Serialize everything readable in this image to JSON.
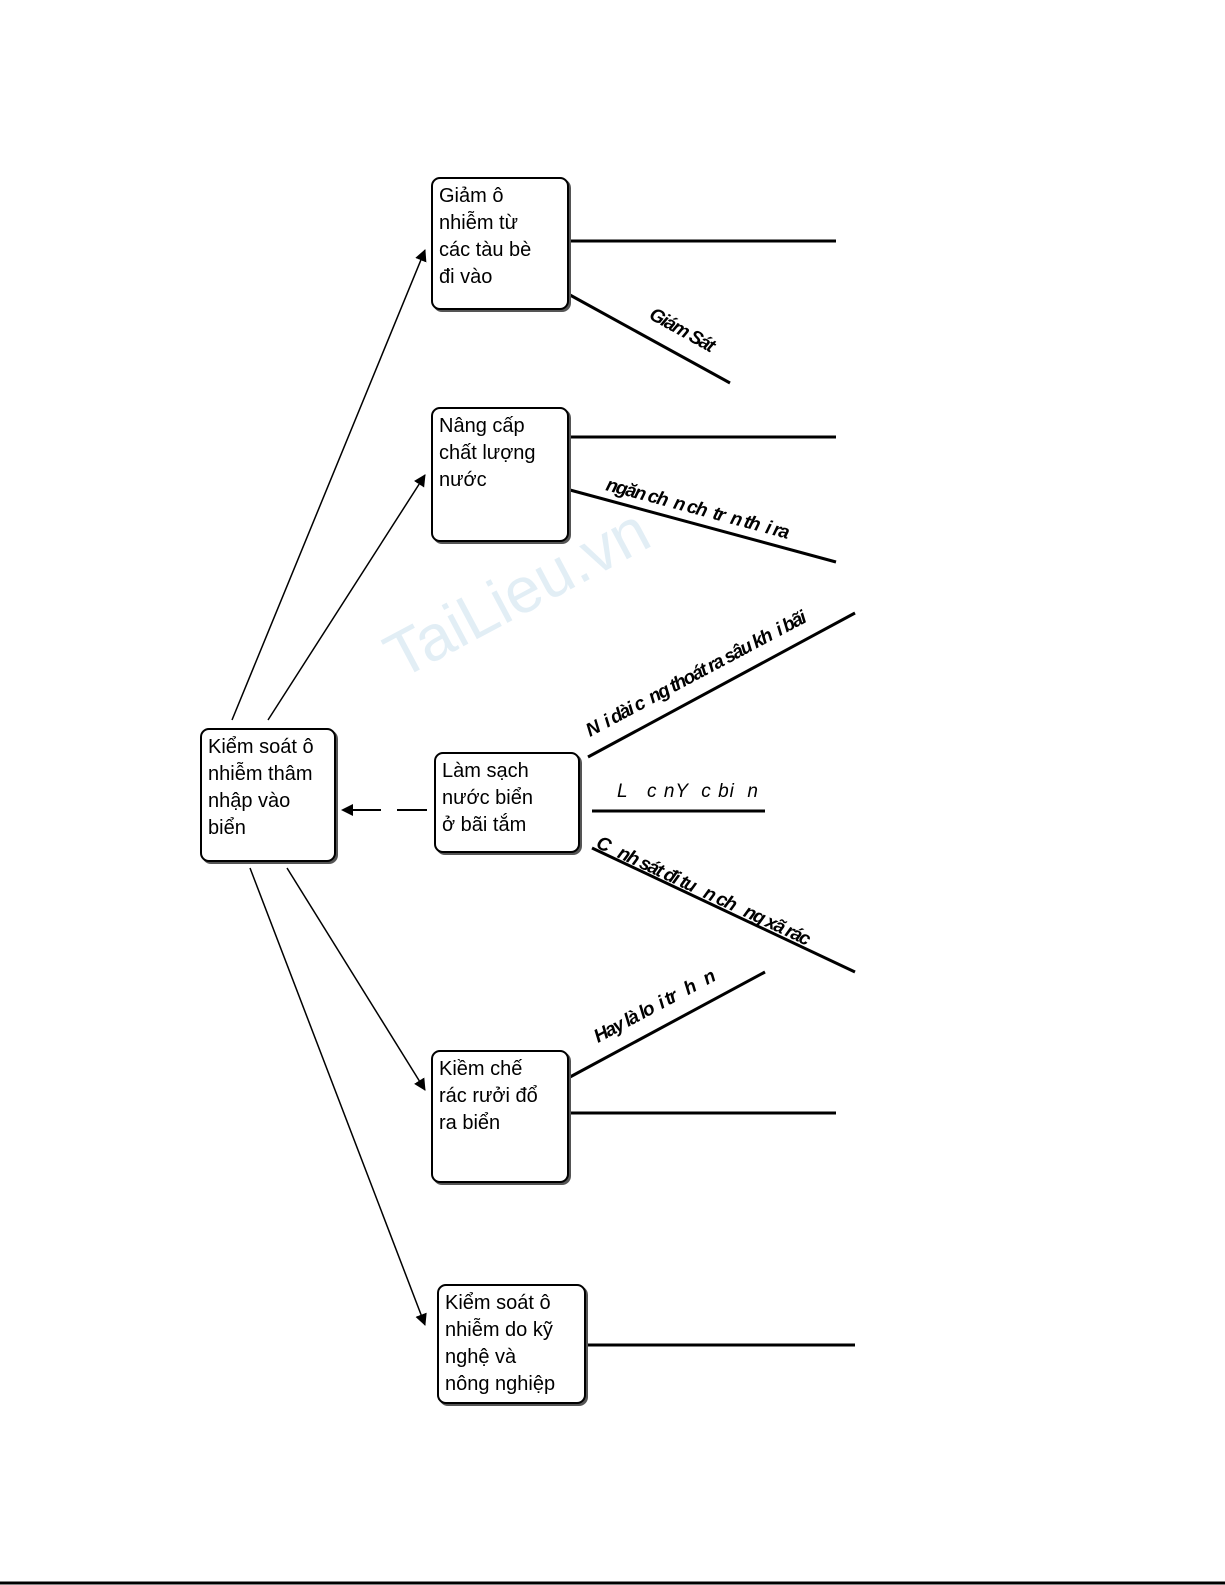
{
  "central": "Kiểm soát ô\nnhiễm thâm\nnhập vào\nbiển",
  "boxes": [
    "Giảm ô\nnhiễm từ\ncác tàu bè\nđi vào",
    "Nâng cấp\nchất lượng\n nước",
    "Làm sạch\nnước biển\nở bãi tắm",
    "Kiềm chế\nrác rưởi đổ\nra biển",
    "Kiểm soát ô\nnhiễm do kỹ\nnghệ và\nnông nghiệp"
  ],
  "labels": {
    "giam_sat": "Giám Sát",
    "ngan_chan": "ngăn ch  n ch  tr  n th  i ra",
    "noi_dai": "N  i dài c  ng thoát ra sâu kh  i bãi",
    "loc_nuoc": "L   c nY  c bi  n",
    "canh_sat": "C   nh sát đi tu   n ch   ng xã rác",
    "hay_la": "Hay là lo  i tr   h   n"
  },
  "watermark": "TaiLieu.vn"
}
